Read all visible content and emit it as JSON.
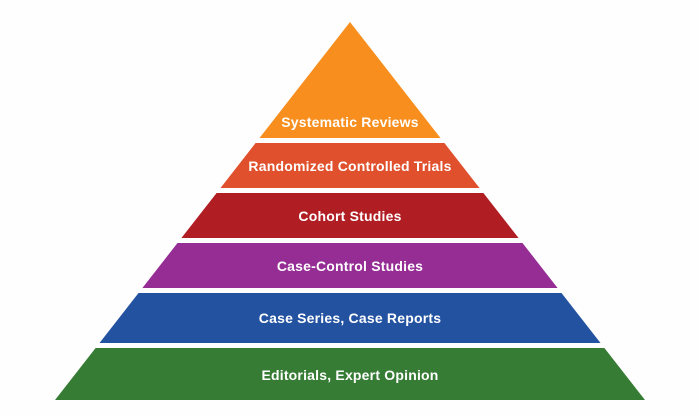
{
  "diagram": {
    "type": "pyramid",
    "text_color": "#FFFFFF",
    "background": "#FEFEFE",
    "levels": [
      {
        "label": "Systematic Reviews",
        "color": "#F78E1E"
      },
      {
        "label": "Randomized Controlled Trials",
        "color": "#E0502C"
      },
      {
        "label": "Cohort Studies",
        "color": "#B01E24"
      },
      {
        "label": "Case-Control Studies",
        "color": "#952D94"
      },
      {
        "label": "Case Series, Case Reports",
        "color": "#2352A0"
      },
      {
        "label": "Editorials, Expert Opinion",
        "color": "#377C35"
      }
    ]
  }
}
